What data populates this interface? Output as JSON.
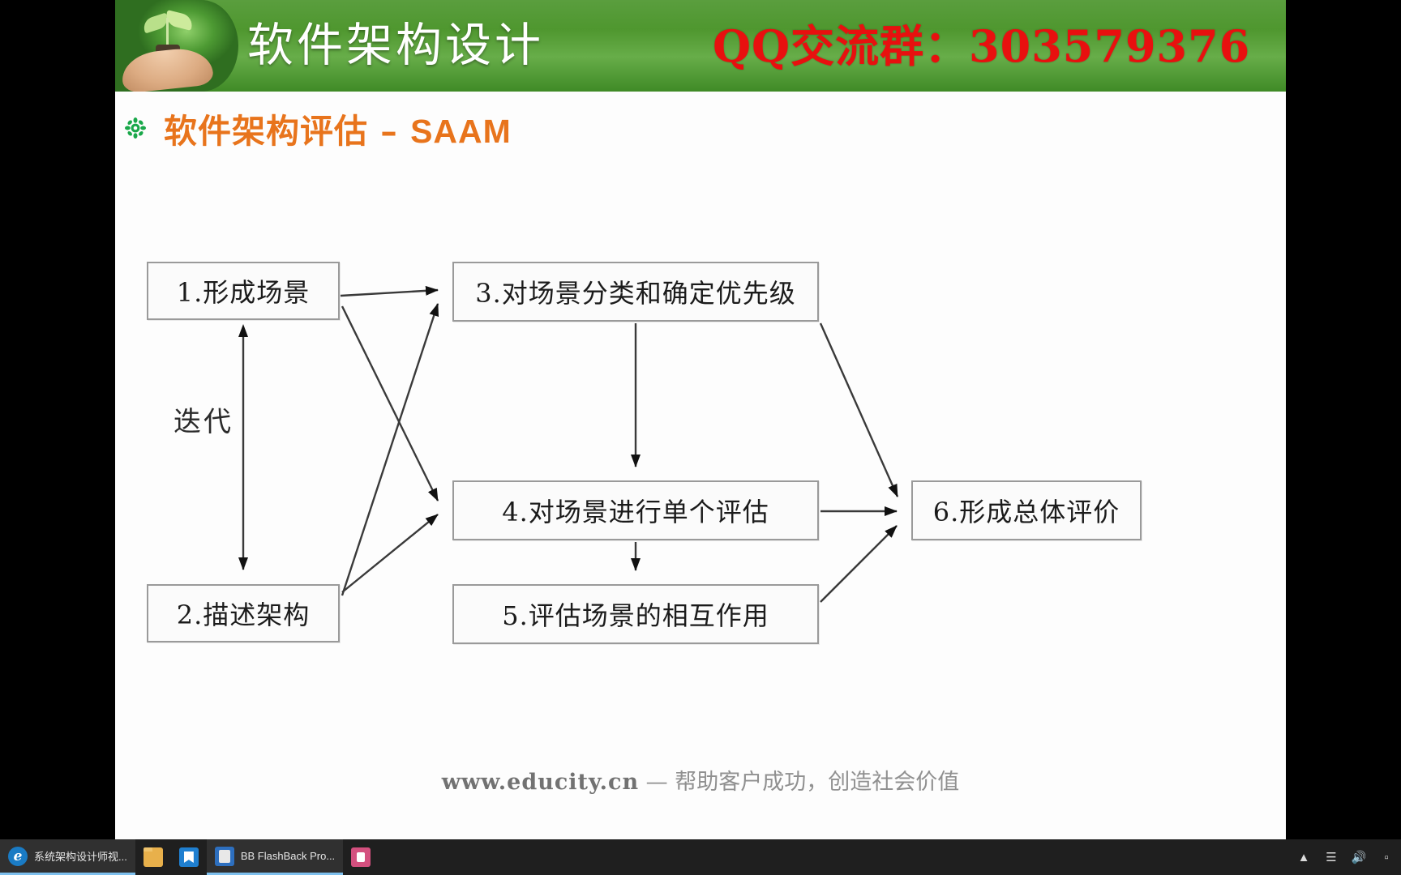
{
  "window": {
    "header": {
      "title": "软件架构设计",
      "qq_text": "QQ交流群：303579376",
      "logo_icon": "sprout-in-hand-photo"
    },
    "slide": {
      "bullet_icon": "flower-bullet-icon",
      "title_cn": "软件架构评估 ",
      "title_dash": "– ",
      "title_latin": "SAAM",
      "iteration_label": "迭代",
      "footer": {
        "site": "www.educity.cn",
        "separator": " — ",
        "slogan": "帮助客户成功，创造社会价值"
      }
    }
  },
  "diagram": {
    "type": "flowchart",
    "nodes": [
      {
        "id": "n1",
        "label": "1.形成场景"
      },
      {
        "id": "n2",
        "label": "2.描述架构"
      },
      {
        "id": "n3",
        "label": "3.对场景分类和确定优先级"
      },
      {
        "id": "n4",
        "label": "4.对场景进行单个评估"
      },
      {
        "id": "n5",
        "label": "5.评估场景的相互作用"
      },
      {
        "id": "n6",
        "label": "6.形成总体评价"
      }
    ],
    "edges": [
      {
        "from": "n1",
        "to": "n3",
        "style": "arrow"
      },
      {
        "from": "n1",
        "to": "n4",
        "style": "arrow"
      },
      {
        "from": "n2",
        "to": "n3",
        "style": "arrow"
      },
      {
        "from": "n2",
        "to": "n4",
        "style": "arrow"
      },
      {
        "from": "n3",
        "to": "n4",
        "style": "arrow"
      },
      {
        "from": "n4",
        "to": "n5",
        "style": "arrow"
      },
      {
        "from": "n3",
        "to": "n6",
        "style": "arrow"
      },
      {
        "from": "n4",
        "to": "n6",
        "style": "arrow"
      },
      {
        "from": "n5",
        "to": "n6",
        "style": "arrow"
      },
      {
        "from": "n1",
        "to": "n2",
        "style": "double-arrow",
        "label": "迭代"
      }
    ]
  },
  "taskbar": {
    "items": [
      {
        "icon": "edge-browser-icon",
        "label": "系统架构设计师视...",
        "open": true
      },
      {
        "icon": "file-explorer-icon",
        "label": ""
      },
      {
        "icon": "microsoft-store-icon",
        "label": ""
      },
      {
        "icon": "bb-flashback-icon",
        "label": "BB FlashBack Pro...",
        "open": true
      },
      {
        "icon": "pink-app-icon",
        "label": ""
      }
    ],
    "tray": {
      "icons": [
        "chevron-up-icon",
        "network-icon",
        "volume-icon",
        "notification-icon"
      ]
    }
  },
  "colors": {
    "header_green": "#4f972f",
    "qq_red": "#e8100f",
    "title_orange": "#e8741c",
    "node_border": "#9a9a9a",
    "slide_bg": "#fdfdfd",
    "desktop_black": "#000000"
  }
}
